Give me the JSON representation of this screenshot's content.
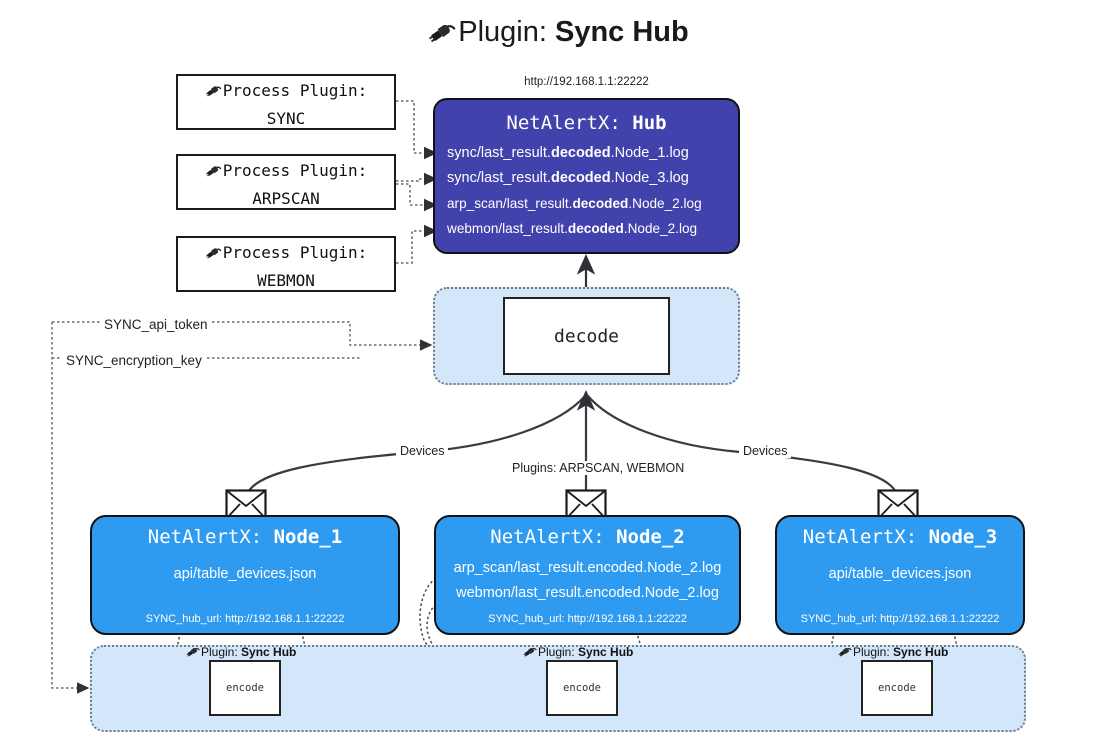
{
  "page": {
    "title_prefix": "Plugin: ",
    "title_name": "Sync Hub",
    "title_icon": "plug-icon"
  },
  "hub": {
    "url": "http://192.168.1.1:22222",
    "title_prefix": "NetAlertX: ",
    "title_name": "Hub",
    "log_lines": [
      {
        "pre": "sync/last_result.",
        "bold": "decoded",
        "post": ".Node_1.log"
      },
      {
        "pre": "sync/last_result.",
        "bold": "decoded",
        "post": ".Node_3.log"
      },
      {
        "pre": "arp_scan/last_result.",
        "bold": "decoded",
        "post": ".Node_2.log"
      },
      {
        "pre": "webmon/last_result.",
        "bold": "decoded",
        "post": ".Node_2.log"
      }
    ]
  },
  "process_plugins": [
    {
      "line1": "Process Plugin:",
      "line2": "SYNC",
      "icon": "plug-icon"
    },
    {
      "line1": "Process Plugin:",
      "line2": "ARPSCAN",
      "icon": "plug-icon"
    },
    {
      "line1": "Process Plugin:",
      "line2": "WEBMON",
      "icon": "plug-icon"
    }
  ],
  "decode": {
    "label": "decode"
  },
  "keys": [
    {
      "label": "SYNC_api_token"
    },
    {
      "label": "SYNC_encryption_key"
    }
  ],
  "edges": {
    "devices_left": "Devices",
    "devices_right": "Devices",
    "plugins_center": "Plugins: ARPSCAN, WEBMON"
  },
  "nodes": [
    {
      "title_prefix": "NetAlertX: ",
      "title_name": "Node_1",
      "lines": [
        "api/table_devices.json"
      ],
      "footer": "SYNC_hub_url: http://192.168.1.1:22222",
      "icon": "envelope-icon"
    },
    {
      "title_prefix": "NetAlertX: ",
      "title_name": "Node_2",
      "lines": [
        "arp_scan/last_result.encoded.Node_2.log",
        "webmon/last_result.encoded.Node_2.log"
      ],
      "footer": "SYNC_hub_url: http://192.168.1.1:22222",
      "icon": "envelope-icon"
    },
    {
      "title_prefix": "NetAlertX: ",
      "title_name": "Node_3",
      "lines": [
        "api/table_devices.json"
      ],
      "footer": "SYNC_hub_url: http://192.168.1.1:22222",
      "icon": "envelope-icon"
    }
  ],
  "plugin_band": {
    "encode_label": "encode",
    "tag_prefix": "Plugin: ",
    "tag_name": "Sync Hub",
    "tag_icon": "plug-icon"
  },
  "colors": {
    "hub_fill": "#4242ad",
    "node_fill": "#2f9bf0",
    "band_fill": "#d4e7fa",
    "stroke": "#111111",
    "background": "#ffffff"
  }
}
